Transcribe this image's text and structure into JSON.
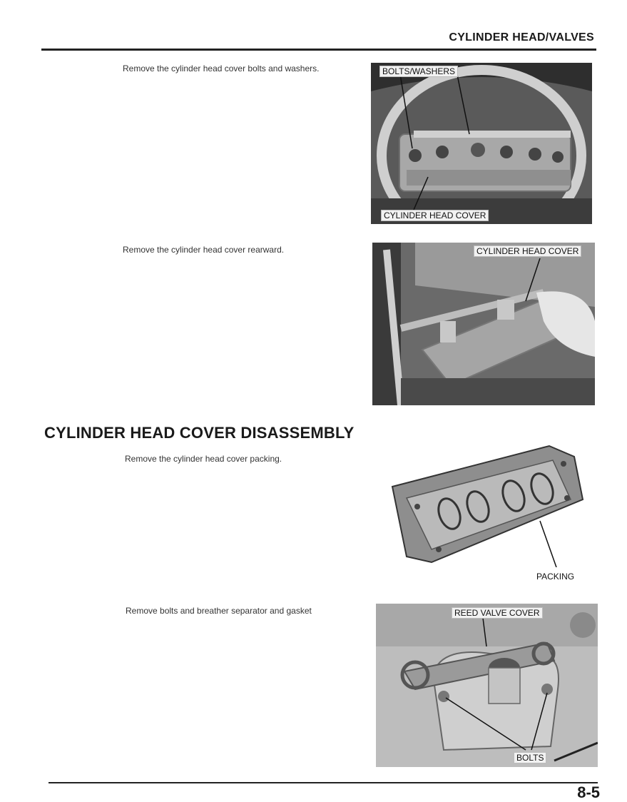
{
  "header": {
    "section_title": "CYLINDER HEAD/VALVES"
  },
  "steps": [
    {
      "text": "Remove the cylinder head cover bolts and washers.",
      "labels": [
        "BOLTS/WASHERS",
        "CYLINDER HEAD COVER"
      ]
    },
    {
      "text": "Remove the cylinder head cover rearward.",
      "labels": [
        "CYLINDER HEAD COVER"
      ]
    },
    {
      "text": "Remove the cylinder head cover packing.",
      "labels": [
        "PACKING"
      ]
    },
    {
      "text": "Remove bolts and breather separator and gasket",
      "labels": [
        "REED VALVE COVER",
        "BOLTS"
      ]
    }
  ],
  "section": {
    "heading": "CYLINDER HEAD COVER DISASSEMBLY"
  },
  "footer": {
    "page_number": "8-5"
  }
}
